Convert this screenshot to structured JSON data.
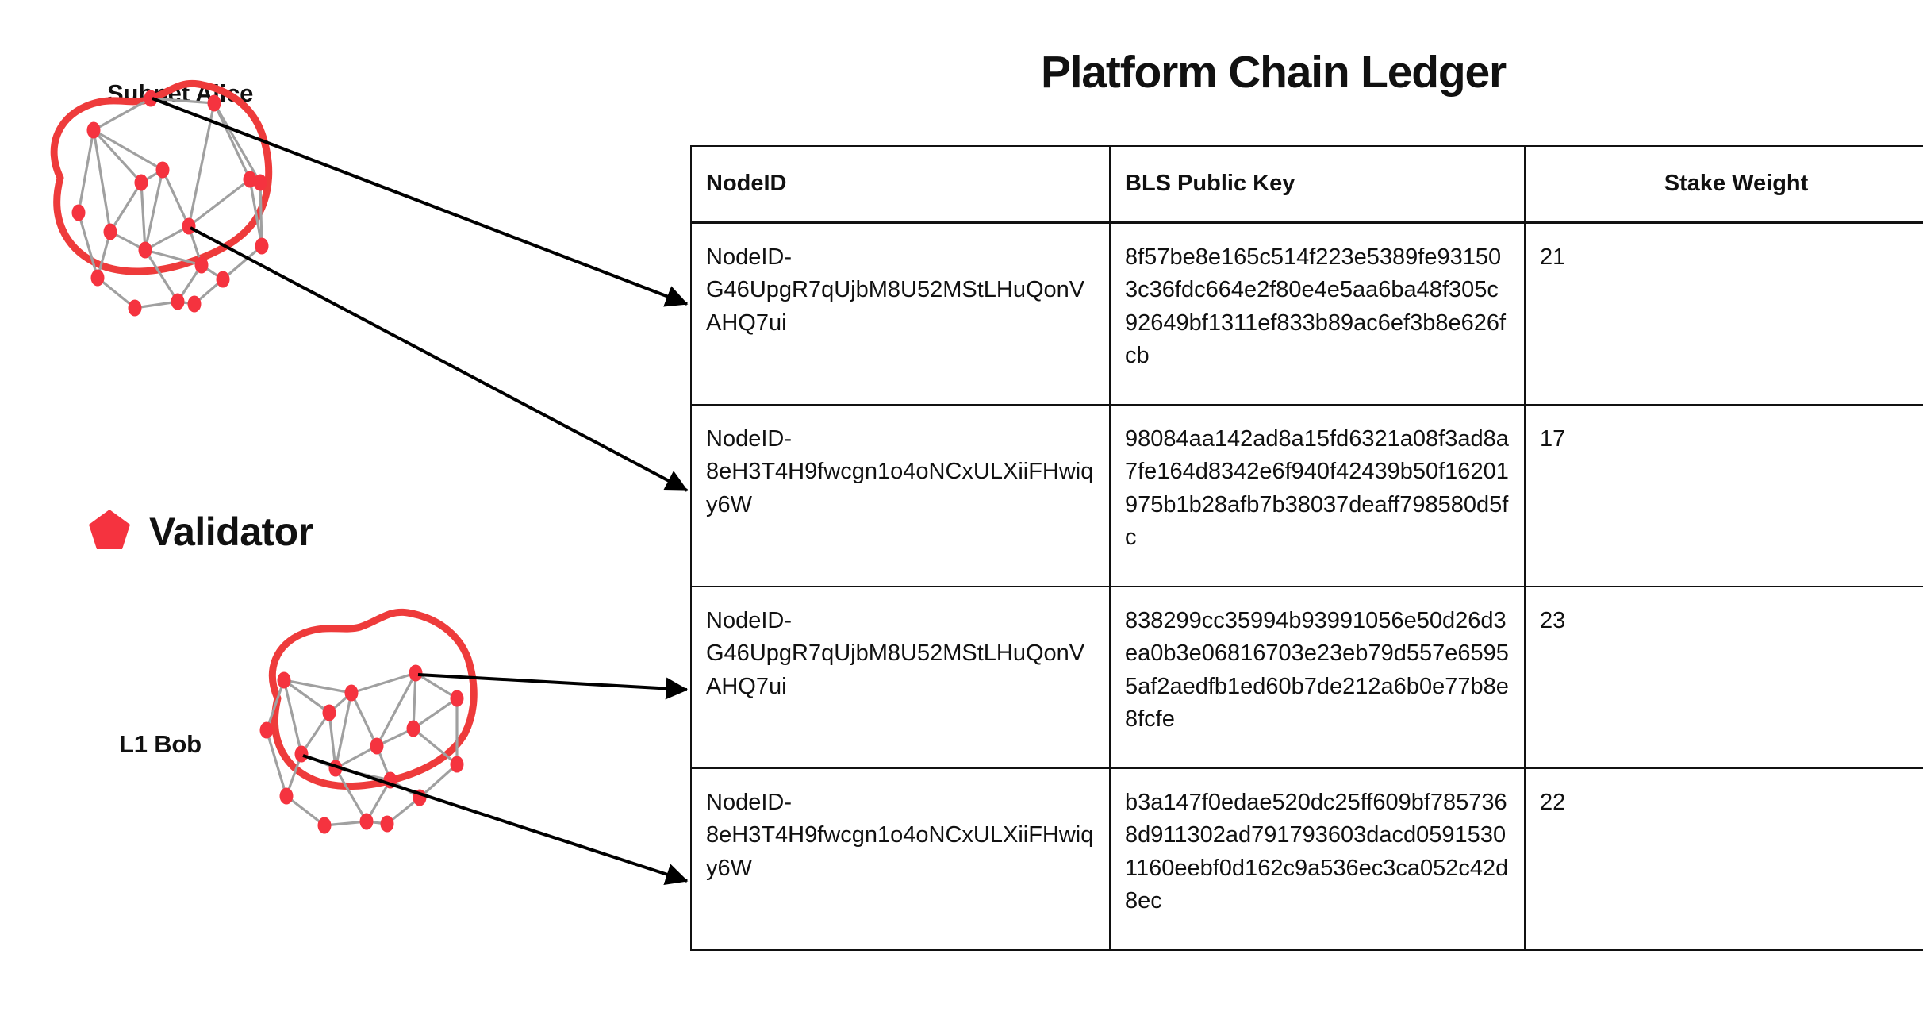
{
  "title": "Platform Chain Ledger",
  "diagram": {
    "subnet_label": "Subnet Alice",
    "l1_label": "L1 Bob",
    "legend": {
      "label": "Validator",
      "marker_color": "#F5333F",
      "marker_shape": "pentagon"
    },
    "blob_outline_color": "#EE3B3B",
    "node_color": "#F5333F",
    "edge_color": "#A0A0A0",
    "arrow_color": "#000000"
  },
  "table": {
    "columns": [
      "NodeID",
      "BLS Public Key",
      "Stake Weight"
    ],
    "rows": [
      {
        "nodeid": "NodeID-G46UpgR7qUjbM8U52MStLHuQonVAHQ7ui",
        "bls_public_key": "8f57be8e165c514f223e5389fe931503c36fdc664e2f80e4e5aa6ba48f305c92649bf1311ef833b89ac6ef3b8e626fcb",
        "stake_weight": "21"
      },
      {
        "nodeid": "NodeID-8eH3T4H9fwcgn1o4oNCxULXiiFHwiqy6W",
        "bls_public_key": "98084aa142ad8a15fd6321a08f3ad8a7fe164d8342e6f940f42439b50f16201975b1b28afb7b38037deaff798580d5fc",
        "stake_weight": "17"
      },
      {
        "nodeid": "NodeID-G46UpgR7qUjbM8U52MStLHuQonVAHQ7ui",
        "bls_public_key": "838299cc35994b93991056e50d26d3ea0b3e06816703e23eb79d557e65955af2aedfb1ed60b7de212a6b0e77b8e8fcfe",
        "stake_weight": "23"
      },
      {
        "nodeid": "NodeID-8eH3T4H9fwcgn1o4oNCxULXiiFHwiqy6W",
        "bls_public_key": "b3a147f0edae520dc25ff609bf7857368d911302ad791793603dacd05915301160eebf0d162c9a536ec3ca052c42d8ec",
        "stake_weight": "22"
      }
    ]
  }
}
